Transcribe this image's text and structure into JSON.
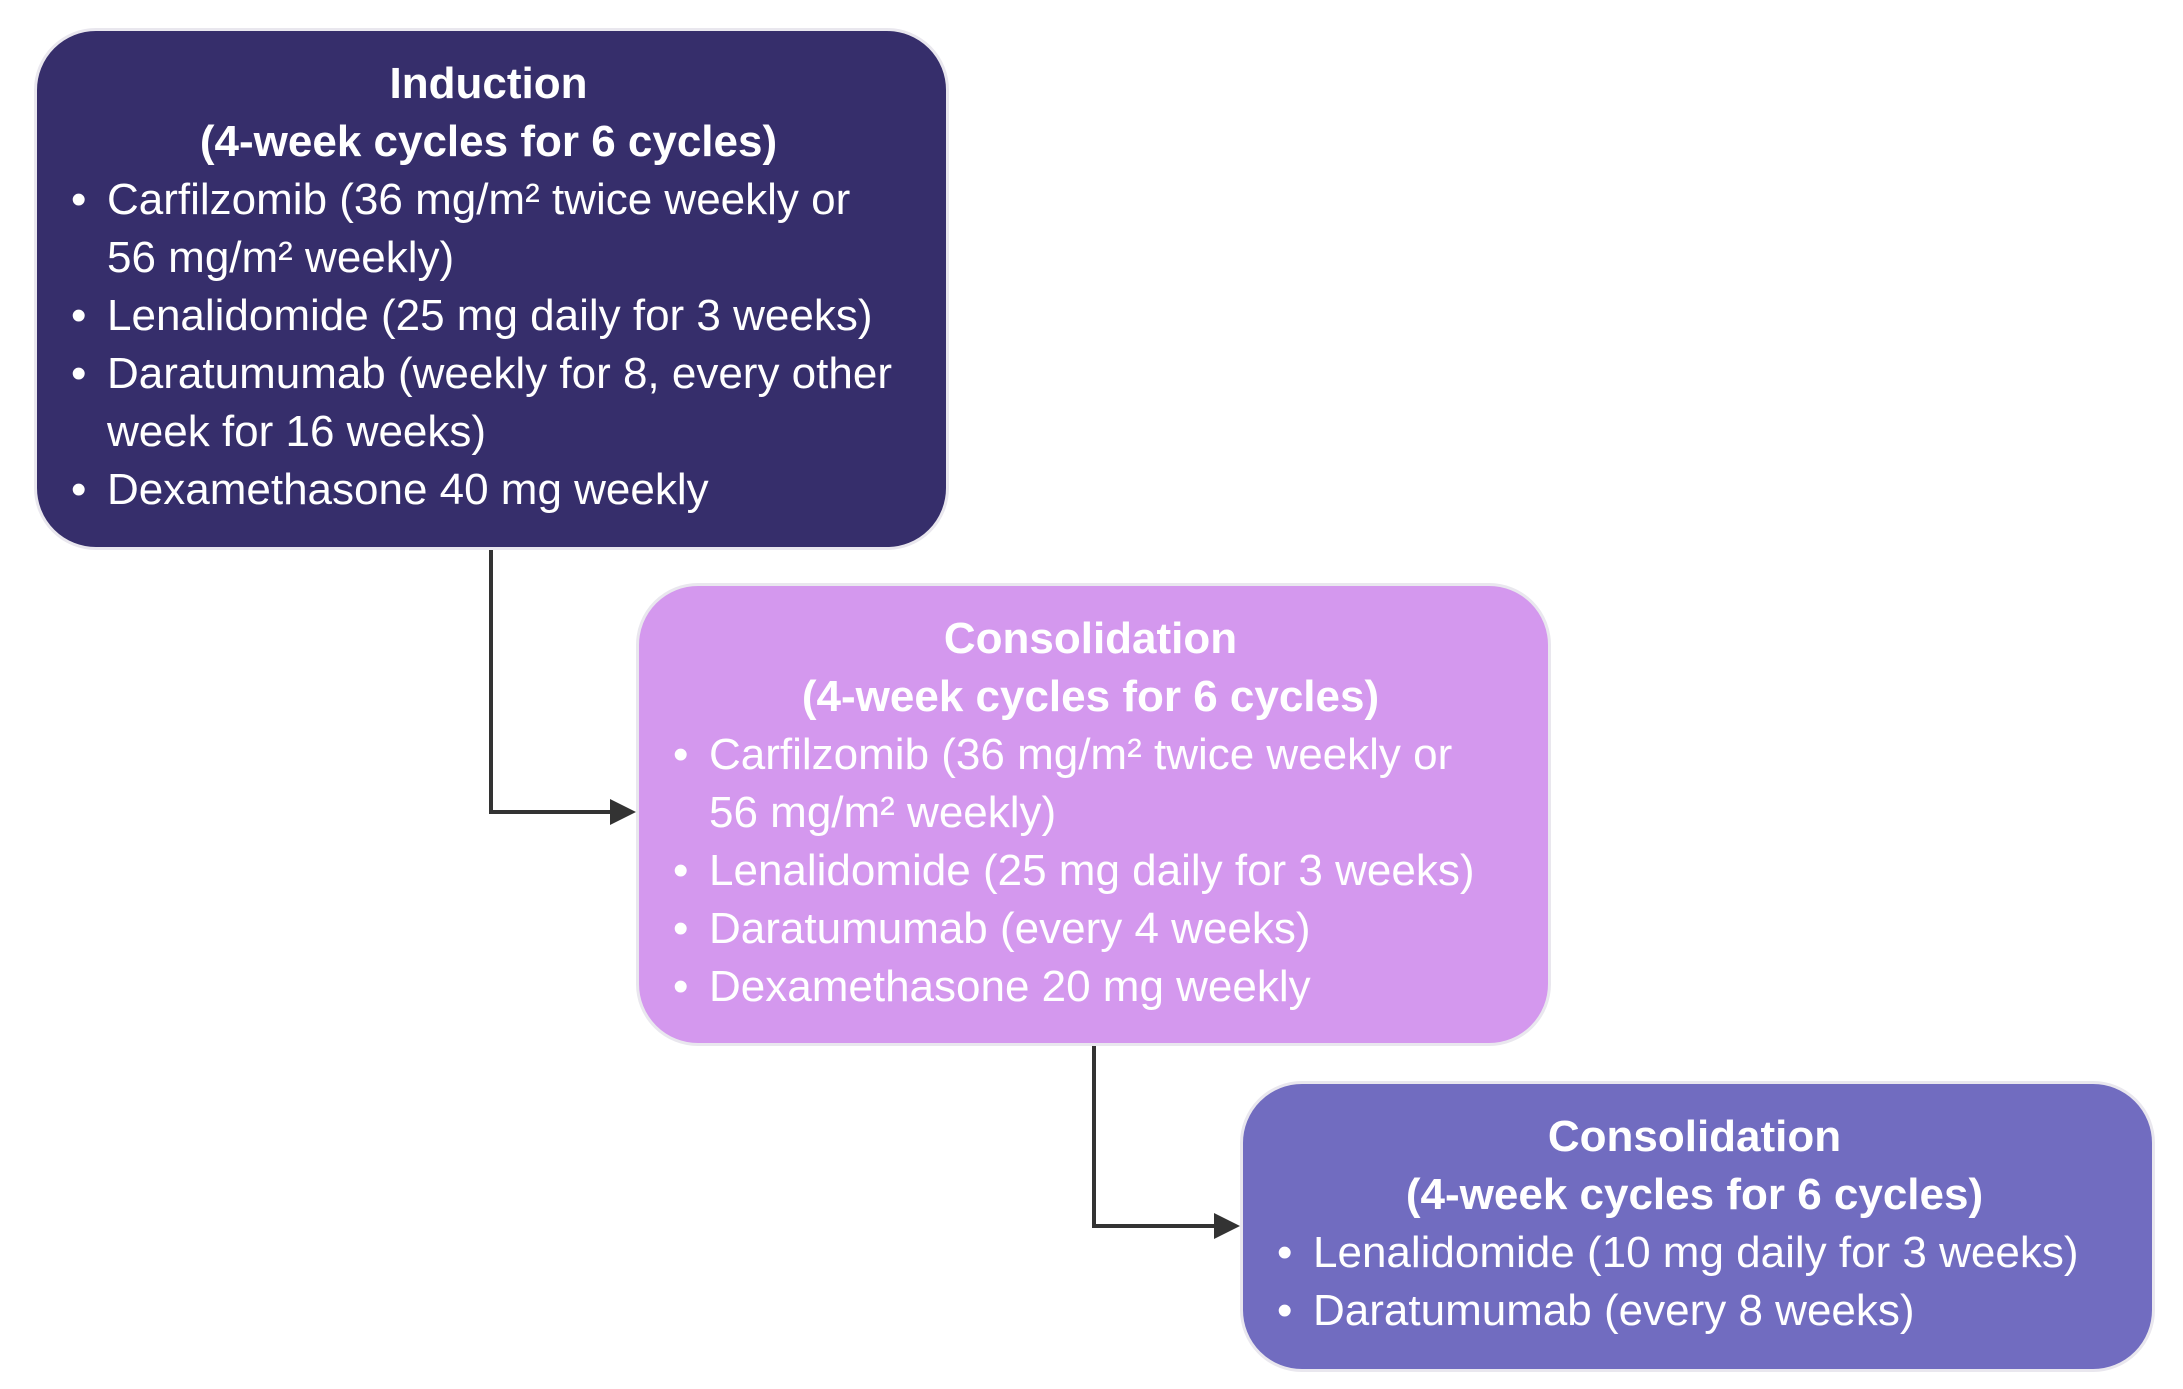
{
  "diagram": {
    "stages": [
      {
        "title_line1": "Induction",
        "title_line2": "(4-week cycles for 6 cycles)",
        "items": [
          "Carfilzomib (36 mg/m² twice weekly or 56 mg/m² weekly)",
          "Lenalidomide (25 mg daily for 3 weeks)",
          "Daratumumab (weekly for 8, every other week for 16 weeks)",
          "Dexamethasone 40 mg weekly"
        ],
        "color": "#362e6b"
      },
      {
        "title_line1": "Consolidation",
        "title_line2": "(4-week cycles for 6 cycles)",
        "items": [
          "Carfilzomib (36 mg/m² twice weekly or 56 mg/m² weekly)",
          "Lenalidomide (25 mg daily for 3 weeks)",
          "Daratumumab (every 4 weeks)",
          "Dexamethasone 20 mg weekly"
        ],
        "color": "#d498ee"
      },
      {
        "title_line1": "Consolidation",
        "title_line2": "(4-week cycles for 6 cycles)",
        "items": [
          "Lenalidomide (10 mg daily for 3 weeks)",
          "Daratumumab (every 8 weeks)"
        ],
        "color": "#716cc0"
      }
    ],
    "bullet_glyph": "•",
    "connector_color": "#333333"
  }
}
